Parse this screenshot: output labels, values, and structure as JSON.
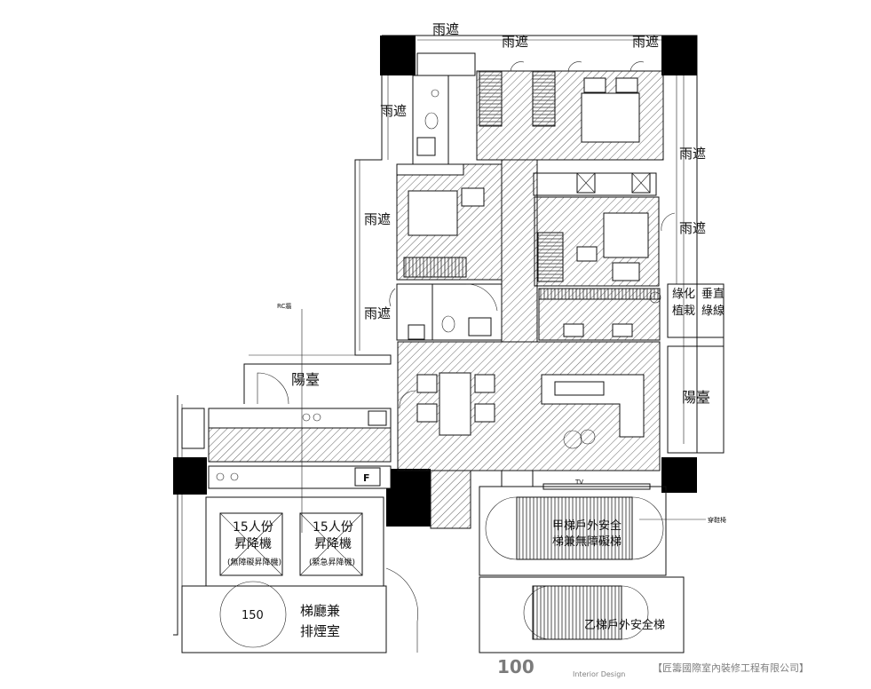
{
  "rooms": {
    "canopy_top_left": "雨遮",
    "canopy_top_mid": "雨遮",
    "canopy_top_right": "雨遮",
    "canopy_left_upper": "雨遮",
    "canopy_left_mid": "雨遮",
    "canopy_left_lower": "雨遮",
    "canopy_right_upper": "雨遮",
    "canopy_right_mid": "雨遮",
    "balcony_upper": "陽臺",
    "balcony_right": "陽臺",
    "greening_1": "綠化",
    "greening_2": "植栽",
    "vertical_1": "垂直",
    "vertical_2": "綠線",
    "elevator_1_line1": "15人份",
    "elevator_1_line2": "昇降機",
    "elevator_1_line3": "(無障礙昇降機)",
    "elevator_2_line1": "15人份",
    "elevator_2_line2": "昇降機",
    "elevator_2_line3": "(緊急昇降機)",
    "lobby_line1": "梯廳兼",
    "lobby_line2": "排煙室",
    "turning_circle": "150",
    "stair_a_line1": "甲梯戶外安全",
    "stair_a_line2": "梯兼無障礙梯",
    "stair_b": "乙梯戶外安全梯",
    "fridge": "F",
    "wall_note": "RC牆",
    "door_note": "穿鞋椅",
    "tv_note": "TV"
  },
  "watermark": {
    "logo": "100",
    "subtitle": "Interior Design",
    "company": "【匠籌國際室內裝修工程有限公司】"
  }
}
